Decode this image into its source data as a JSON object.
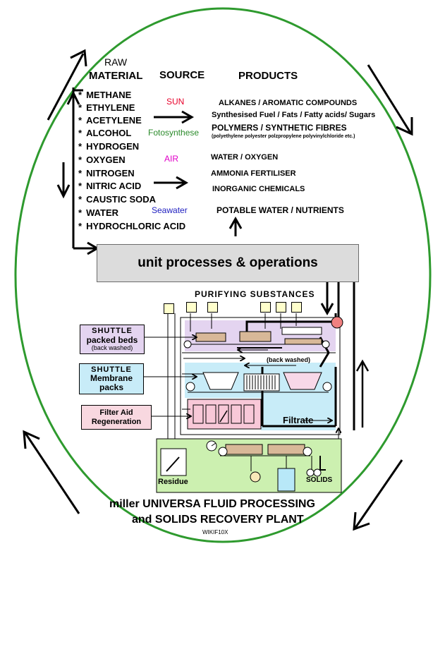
{
  "headers": {
    "raw": "RAW",
    "material": "MATERIAL",
    "source": "SOURCE",
    "products": "PRODUCTS"
  },
  "bullet": "*",
  "materials": [
    "METHANE",
    "ETHYLENE",
    "ACETYLENE",
    "ALCOHOL",
    "HYDROGEN",
    "OXYGEN",
    "NITROGEN",
    "NITRIC ACID",
    "CAUSTIC SODA",
    "WATER",
    "HYDROCHLORIC ACID"
  ],
  "sources": {
    "sun": "SUN",
    "fotosynthese": "Fotosynthese",
    "air": "AIR",
    "seawater": "Seawater"
  },
  "products": {
    "p1": "ALKANES / AROMATIC COMPOUNDS",
    "p2": "Synthesised Fuel / Fats / Fatty acids/ Sugars",
    "p3": "POLYMERS / SYNTHETIC FIBRES",
    "p4": "(polyethylene  polyester polzpropylene polyvinylchloride etc.)",
    "p5": "WATER / OXYGEN",
    "p6": "AMMONIA  FERTILISER",
    "p7": "INORGANIC CHEMICALS",
    "p8": "POTABLE WATER  / NUTRIENTS"
  },
  "unit_processes": "unit processes & operations",
  "plant": {
    "purifying": "PURIFYING SUBSTANCES",
    "shuttle_beds_1": "SHUTTLE",
    "shuttle_beds_2": "packed beds",
    "shuttle_beds_3": "(back washed)",
    "shuttle_membrane_1": "SHUTTLE",
    "shuttle_membrane_2": "Membrane",
    "shuttle_membrane_3": "packs",
    "filter_aid_1": "Filter Aid",
    "filter_aid_2": "Regeneration",
    "back_washed": "(back washed)",
    "filtrate": "Filtrate",
    "residue": "Residue",
    "solids": "SOLIDS"
  },
  "title": {
    "line1": "miller UNIVERSA FLUID PROCESSING",
    "line2": "and SOLIDS RECOVERY PLANT",
    "code": "WIKIF10X"
  },
  "colors": {
    "ellipse": "#2e9a2e",
    "sun": "#e8002a",
    "fotosynthese": "#2a8a2a",
    "air": "#e000c8",
    "seawater": "#2020c0",
    "lavender": "#e4d4f0",
    "lightblue": "#c8ecf8",
    "pink": "#f8c8d8",
    "lightgreen": "#ccf0b0",
    "unitbox": "#dcdcdc"
  }
}
